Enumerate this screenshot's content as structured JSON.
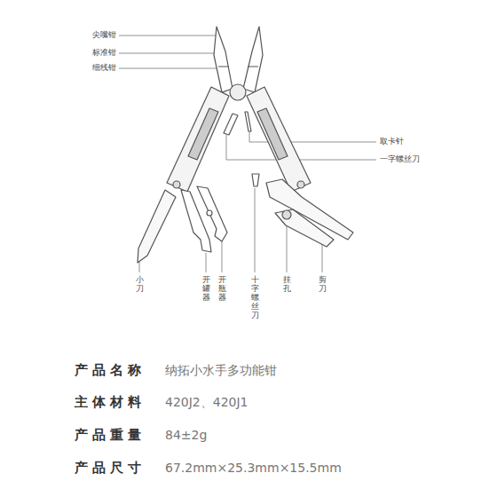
{
  "diagram": {
    "labels": [
      "尖嘴钳",
      "标准钳",
      "细线钳",
      "取卡针",
      "一字螺丝刀",
      "小刀",
      "开罐器",
      "开瓶器",
      "十字螺丝刀",
      "挂孔",
      "剪刀",
      "产品名称",
      "纳拓小水手多功能钳",
      "主体材料",
      "420J2、420J1",
      "产品重量",
      "84±2g",
      "产品尺寸",
      "67.2mm×25.3mm×15.5mm"
    ]
  }
}
